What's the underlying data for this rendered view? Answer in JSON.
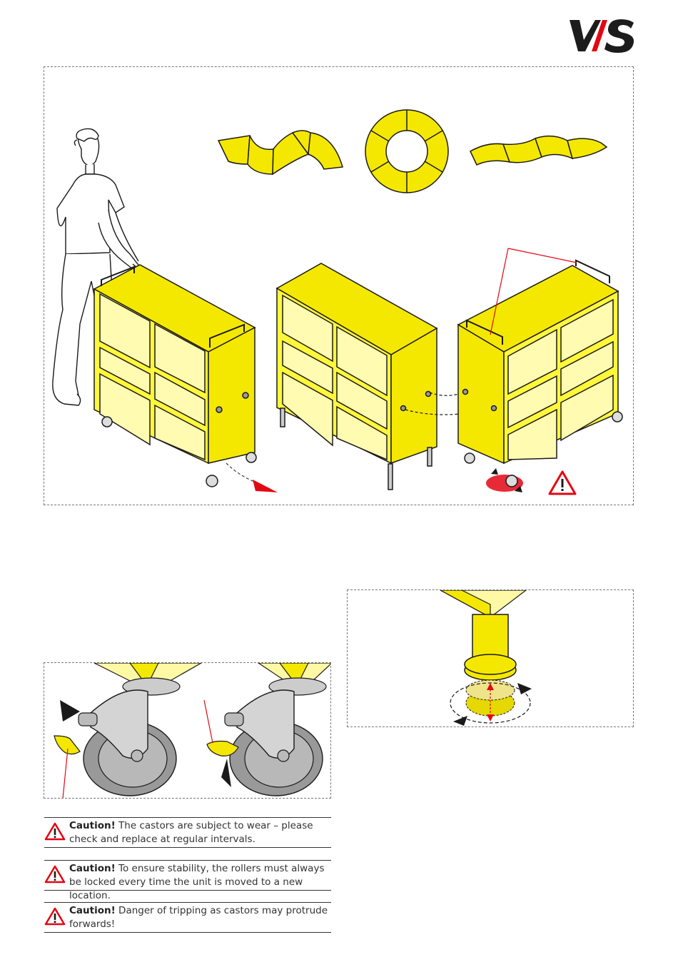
{
  "brand": {
    "logo_text": "V/S"
  },
  "colors": {
    "accent_yellow": "#f5e800",
    "warning_red": "#e30613",
    "line": "#1a1a1a"
  },
  "cautions": [
    {
      "heading": "Caution!",
      "text": " The castors are subject to wear – please check and replace at regular intervals."
    },
    {
      "heading": "Caution!",
      "text": " To ensure stability, the rollers must always be locked every time the unit is moved to a new location."
    },
    {
      "heading": "Caution!",
      "text": " Danger of tripping as castors may protrude forwards!"
    }
  ]
}
